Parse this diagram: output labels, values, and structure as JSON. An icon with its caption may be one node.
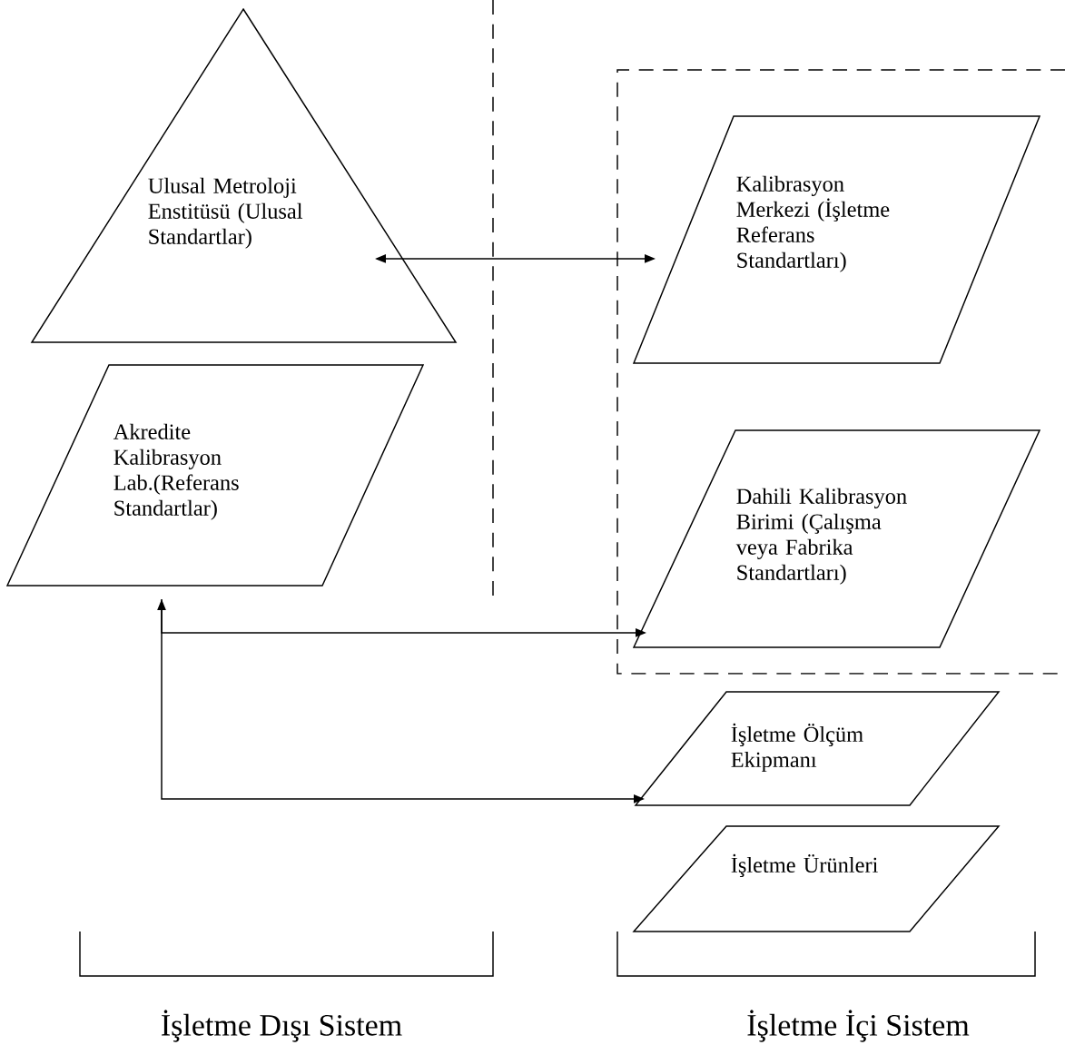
{
  "diagram": {
    "nodes": [
      {
        "text": [
          "Ulusal Metroloji Enstitüsü (Ulusal Standartlar)"
        ]
      },
      {
        "text": [],
        "shape": "box"
      },
      {
        "text": [
          "Kalibrasyon Merkezi (İşletme Referans Standartları)"
        ],
        "in": 1
      },
      {
        "text": [
          "Akredite Kalibrasyon Lab.(Referans Standartlar)"
        ]
      },
      {
        "text": [
          "Dahili Kalibrasyon Birimi (Çalışma veya Fabrika Standartları)"
        ],
        "in": 1
      },
      {
        "text": [
          "İşletme Ölçüm Ekipmanı"
        ]
      },
      {
        "text": [
          "İşletme Ürünleri"
        ]
      }
    ],
    "edges": [
      {
        "from": 0,
        "to": 2,
        "arrow": "both"
      },
      {
        "from": 3,
        "to": 4,
        "arrow": "both"
      },
      {
        "from": 3,
        "to": 5,
        "arrow": "to"
      }
    ],
    "labels": [
      "İşletme Dışı Sistem",
      "İşletme İçi Sistem"
    ]
  }
}
